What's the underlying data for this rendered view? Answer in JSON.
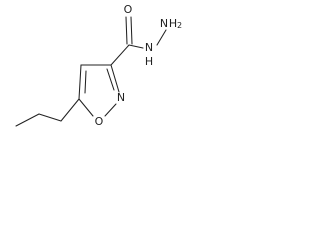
{
  "structure": {
    "atoms": {
      "carbonyl_oxygen": "O",
      "hydrazide_nitrogen": "N",
      "hydrazide_h": "H",
      "terminal_nitrogen": "N",
      "terminal_h": "H",
      "terminal_h_count": "2",
      "ring_nitrogen": "N",
      "ring_oxygen": "O"
    },
    "colors": {
      "ink": "#222222",
      "background": "#ffffff"
    }
  }
}
